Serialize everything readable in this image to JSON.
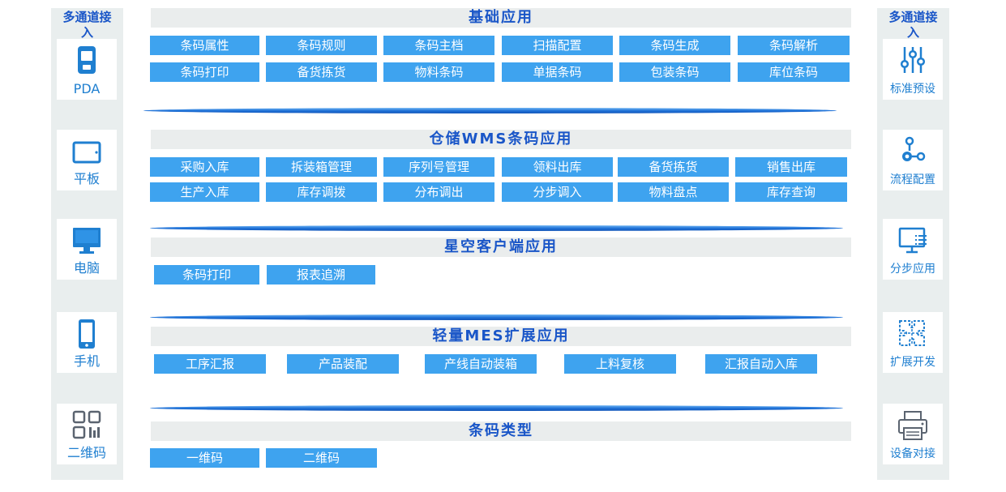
{
  "left_channels": {
    "title": "多通道接入",
    "items": [
      {
        "label": "PDA",
        "icon": "pda-icon"
      },
      {
        "label": "平板",
        "icon": "tablet-icon"
      },
      {
        "label": "电脑",
        "icon": "monitor-icon"
      },
      {
        "label": "手机",
        "icon": "phone-icon"
      },
      {
        "label": "二维码",
        "icon": "qr-code-icon"
      }
    ]
  },
  "right_channels": {
    "title": "多通道接入",
    "items": [
      {
        "label": "标准预设",
        "icon": "sliders-icon"
      },
      {
        "label": "流程配置",
        "icon": "process-flow-icon"
      },
      {
        "label": "分步应用",
        "icon": "desktop-list-icon"
      },
      {
        "label": "扩展开发",
        "icon": "puzzle-icon"
      },
      {
        "label": "设备对接",
        "icon": "printer-icon"
      }
    ]
  },
  "sections": [
    {
      "title": "基础应用",
      "rows": [
        [
          "条码属性",
          "条码规则",
          "条码主档",
          "扫描配置",
          "条码生成",
          "条码解析"
        ],
        [
          "条码打印",
          "备货拣货",
          "物料条码",
          "单据条码",
          "包装条码",
          "库位条码"
        ]
      ]
    },
    {
      "title": "仓储WMS条码应用",
      "rows": [
        [
          "采购入库",
          "拆装箱管理",
          "序列号管理",
          "领料出库",
          "备货拣货",
          "销售出库"
        ],
        [
          "生产入库",
          "库存调拨",
          "分布调出",
          "分步调入",
          "物料盘点",
          "库存查询"
        ]
      ]
    },
    {
      "title": "星空客户端应用",
      "rows": [
        [
          "条码打印",
          "报表追溯"
        ]
      ]
    },
    {
      "title": "轻量MES扩展应用",
      "rows": [
        [
          "工序汇报",
          "产品装配",
          "产线自动装箱",
          "上料复核",
          "汇报自动入库"
        ]
      ]
    },
    {
      "title": "条码类型",
      "rows": [
        [
          "一维码",
          "二维码"
        ]
      ]
    }
  ],
  "colors": {
    "accent": "#1a56c8",
    "button": "#3ea3ef",
    "icon": "#1f7fd0",
    "panel": "#e9eeee"
  }
}
